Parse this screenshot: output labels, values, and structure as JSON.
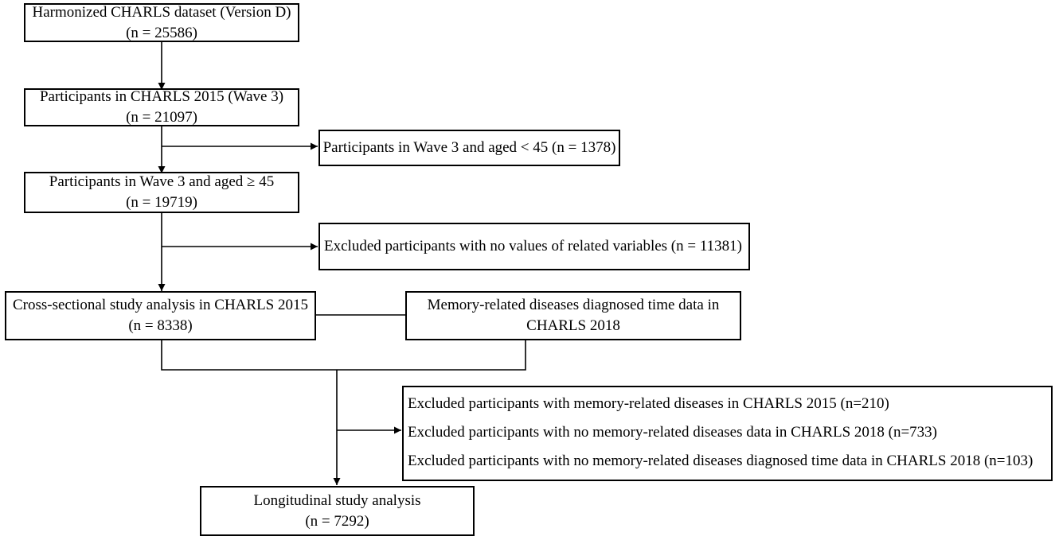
{
  "nodes": {
    "harmonized": {
      "line1": "Harmonized CHARLS dataset (Version D)",
      "line2": "(n = 25586)"
    },
    "wave3": {
      "line1": "Participants in CHARLS 2015 (Wave 3)",
      "line2": "(n = 21097)"
    },
    "under45": {
      "line1": "Participants in Wave 3 and aged < 45 (n = 1378)"
    },
    "over45": {
      "line1": "Participants in Wave 3 and aged ≥ 45",
      "line2": "(n = 19719)"
    },
    "excluded_vars": {
      "line1": "Excluded participants with no values of  related variables (n = 11381)"
    },
    "cross_sectional": {
      "line1": "Cross-sectional  study  analysis in CHARLS 2015",
      "line2": "(n = 8338)"
    },
    "memory_time": {
      "line1": "Memory-related diseases diagnosed time data in",
      "line2": "CHARLS 2018"
    },
    "exclusions_2018": {
      "items": [
        "Excluded participants with memory-related diseases in CHARLS 2015 (n=210)",
        "Excluded participants with no memory-related diseases data in CHARLS 2018 (n=733)",
        "Excluded participants with no memory-related diseases diagnosed time data in CHARLS 2018 (n=103)"
      ]
    },
    "longitudinal": {
      "line1": "Longitudinal study analysis",
      "line2": "(n = 7292)"
    }
  }
}
